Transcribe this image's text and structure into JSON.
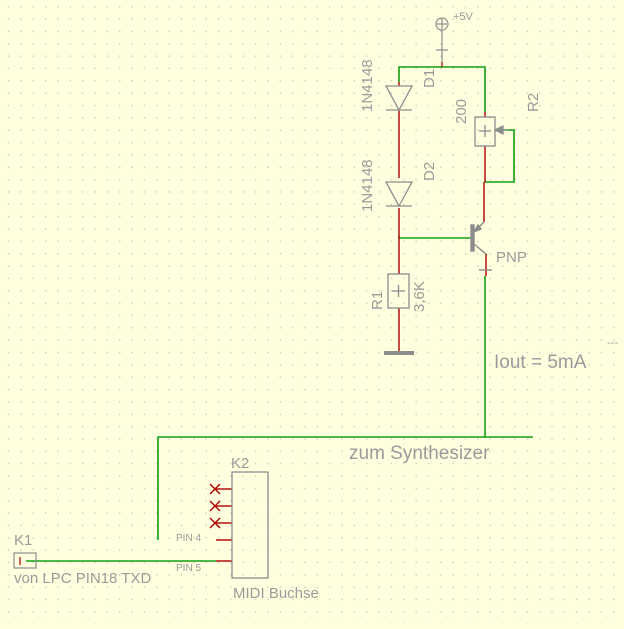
{
  "schematic": {
    "power_label": "+5V",
    "d1": {
      "name": "D1",
      "value": "1N4148"
    },
    "d2": {
      "name": "D2",
      "value": "1N4148"
    },
    "r1": {
      "name": "R1",
      "value": "3,6K"
    },
    "r2": {
      "name": "R2",
      "value": "200"
    },
    "transistor": {
      "label": "PNP"
    },
    "iout": "Iout = 5mA",
    "dashes": "---",
    "synth": "zum Synthesizer",
    "k2": {
      "name": "K2",
      "caption": "MIDI Buchse",
      "pin4": "PIN 4",
      "pin5": "PIN 5"
    },
    "k1": {
      "name": "K1",
      "caption": "von LPC PIN18 TXD"
    }
  },
  "colors": {
    "background": "#ffffe0",
    "grid_dot": "#c8c8b4",
    "wire": "#12a012",
    "pin": "#b00000",
    "symbol": "#8c8c8c",
    "text": "#9a9a9a"
  }
}
